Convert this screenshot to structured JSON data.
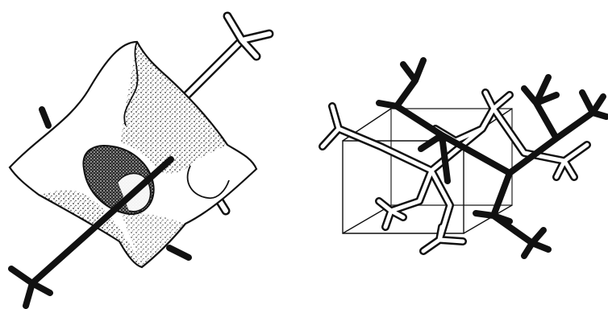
{
  "figure": {
    "panels": [
      {
        "id": "left",
        "subject": "saddle-surface-with-interpenetrating-rod-network",
        "text": ""
      },
      {
        "id": "right",
        "subject": "two-interpenetrating-rod-networks-in-cubic-cell",
        "text": ""
      }
    ],
    "colors": {
      "background": "#ffffff",
      "ink": "#111111",
      "hollow_rod_fill": "#ffffff"
    }
  }
}
